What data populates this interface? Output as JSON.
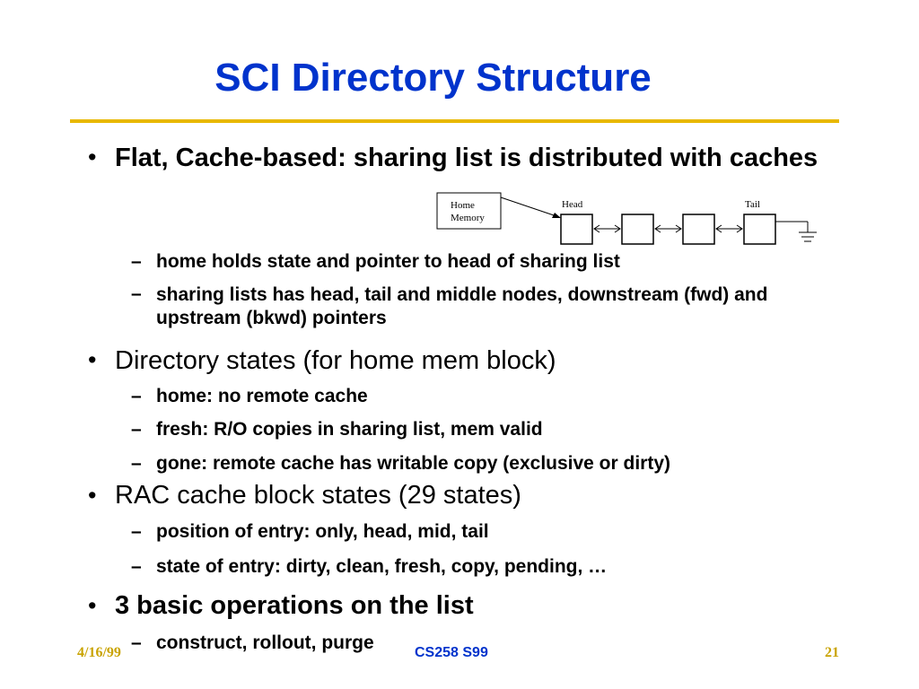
{
  "slide": {
    "title": "SCI Directory Structure",
    "bullets": [
      {
        "text": "Flat, Cache-based: sharing list is distributed with caches",
        "sub": [
          "home holds state and pointer to head of sharing list",
          "sharing lists has head, tail and middle nodes, downstream (fwd) and upstream (bkwd) pointers"
        ]
      },
      {
        "text": "Directory states (for home mem block)",
        "sub": [
          "home: no remote cache",
          "fresh: R/O copies in sharing list, mem valid",
          "gone: remote cache has writable copy (exclusive or dirty)"
        ]
      },
      {
        "text": "RAC cache block states (29 states)",
        "sub": [
          "position of entry: only, head, mid, tail",
          "state of entry: dirty, clean, fresh, copy, pending, …"
        ]
      },
      {
        "text": "3 basic operations on the list",
        "sub": [
          "construct, rollout, purge"
        ]
      }
    ],
    "diagram": {
      "home_line1": "Home",
      "home_line2": "Memory",
      "head_label": "Head",
      "tail_label": "Tail"
    }
  },
  "footer": {
    "date": "4/16/99",
    "course": "CS258 S99",
    "page": "21"
  },
  "colors": {
    "title": "#0033cc",
    "rule": "#e8b800",
    "footer_gold": "#c9a300"
  },
  "bullet_char": "•",
  "dash_char": "–"
}
